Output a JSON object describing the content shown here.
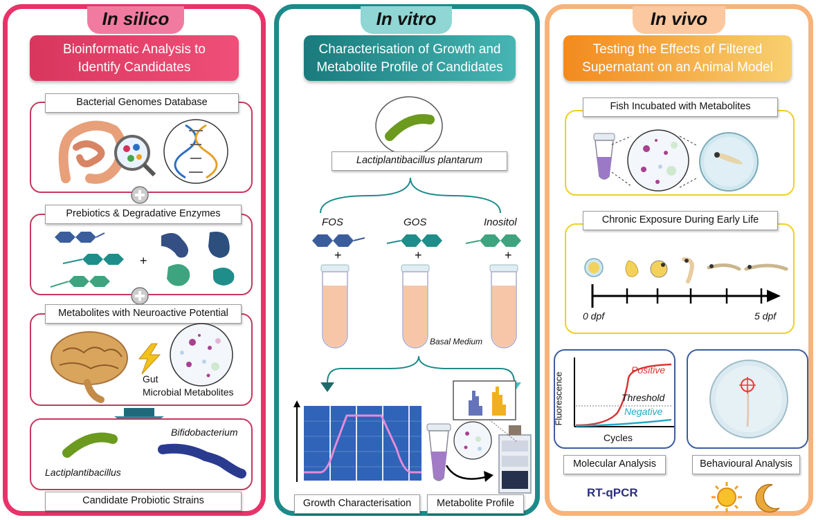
{
  "panels": {
    "silico": {
      "title": "In silico",
      "banner": [
        "Bioinformatic Analysis to",
        "Identify Candidates"
      ],
      "step1": "Bacterial Genomes Database",
      "step2": "Prebiotics & Degradative Enzymes",
      "plus": "+",
      "step3": "Metabolites with Neuroactive Potential",
      "gut_label": [
        "Gut",
        "Microbial Metabolites"
      ],
      "bifido": "Bifidobacterium",
      "lacti": "Lactiplantibacillus",
      "result": "Candidate Probiotic Strains"
    },
    "vitro": {
      "title": "In vitro",
      "banner": [
        "Characterisation of Growth and",
        "Metabolite Profile of Candidates"
      ],
      "species": "Lactiplantibacillus plantarum",
      "substrates": [
        "FOS",
        "GOS",
        "Inositol"
      ],
      "plus": "+",
      "medium": "Basal Medium",
      "growth": "Growth Characterisation",
      "metabolite": "Metabolite Profile"
    },
    "vivo": {
      "title": "In vivo",
      "banner": [
        "Testing the Effects of Filtered",
        "Supernatant on an Animal Model"
      ],
      "step1": "Fish Incubated with Metabolites",
      "step2": "Chronic Exposure During Early Life",
      "timeline_start": "0 dpf",
      "timeline_end": "5 dpf",
      "pcr": {
        "ylabel": "Fluorescence",
        "xlabel": "Cycles",
        "positive": "Positive",
        "threshold": "Threshold",
        "negative": "Negative"
      },
      "molecular": "Molecular Analysis",
      "behavioural": "Behavioural Analysis",
      "rtqpcr": "RT-qPCR"
    }
  },
  "colors": {
    "silico": "#e8336a",
    "vitro": "#1d8a8a",
    "vivo": "#f7b37a"
  }
}
